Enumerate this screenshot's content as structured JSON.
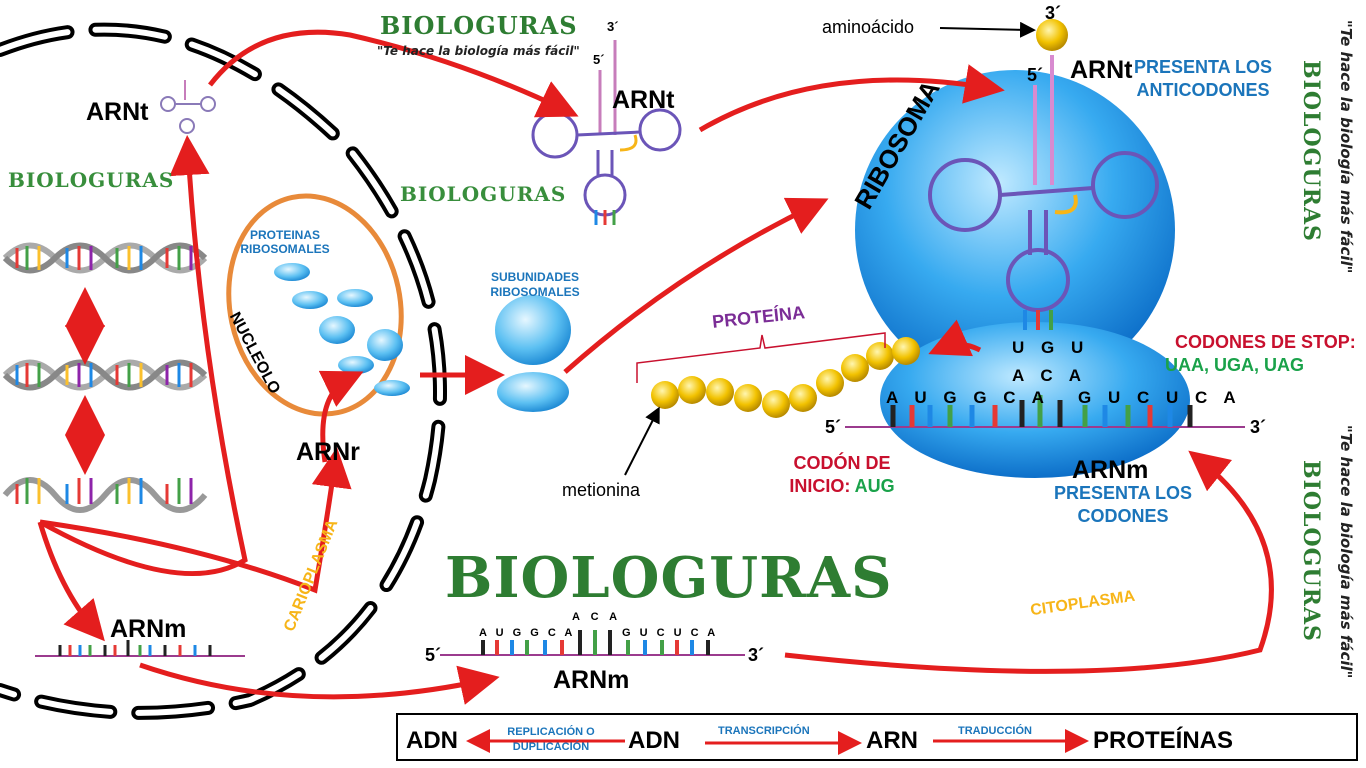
{
  "labels": {
    "arnt_left": "ARNt",
    "arnt_top": "ARNt",
    "arnt_ribosome": "ARNt",
    "arnr": "ARNr",
    "arnm_left": "ARNm",
    "arnm_center": "ARNm",
    "arnm_ribosome": "ARNm",
    "nucleolo": "NUCLEOLO",
    "proteinas_ribosomales": "PROTEINAS RIBOSOMALES",
    "subunidades_ribosomales": "SUBUNIDADES RIBOSOMALES",
    "ribosoma": "RIBOSOMA",
    "proteina": "PROTEÍNA",
    "metionina": "metionina",
    "aminoacido": "aminoácido",
    "presenta_anticodones": "PRESENTA LOS ANTICODONES",
    "presenta_codones": "PRESENTA LOS CODONES",
    "codon_inicio_prefix": "CODÓN DE INICIO:",
    "codon_inicio_value": "AUG",
    "codones_stop_title": "CODONES DE STOP:",
    "codones_stop_values": "UAA, UGA, UAG",
    "carioplasma": "CARIOPLASMA",
    "citoplasma": "CITOPLASMA"
  },
  "strand_labels": {
    "five_prime": "5´",
    "three_prime": "3´"
  },
  "codons": {
    "ribosome_left": "A U G G C A",
    "ribosome_right": "G U C U C A",
    "anticodon": "U G U",
    "trna_codon": "A C A",
    "center_left": "A U G  G C A",
    "center_right": "G U C  U C A",
    "center_top": "A C A"
  },
  "branding": {
    "logo_text": "BIOLOGURAS",
    "slogan": "\"Te hace la biología más fácil\""
  },
  "legend": {
    "adn_left": "ADN",
    "replicacion": "REPLICACIÓN O DUPLICACIÓN",
    "adn_mid": "ADN",
    "transcripcion": "TRANSCRIPCIÓN",
    "arn": "ARN",
    "traduccion": "TRADUCCIÓN",
    "proteinas": "PROTEÍNAS"
  },
  "colors": {
    "arrow": "#e41e1e",
    "label_blue": "#1b75bb",
    "label_red": "#c8102e",
    "label_green": "#1aa24a",
    "label_orange": "#f7b518",
    "label_purple": "#7b2d96",
    "nucleolus_outline": "#e88a3a",
    "ribosome": "#29a3e8",
    "amino_acid": "#f2c200"
  },
  "icons": [
    "nuclear-envelope-icon",
    "dna-helix-icon",
    "trna-icon",
    "mrna-strand-icon",
    "ribosome-icon",
    "amino-acid-chain-icon",
    "logo-icon"
  ]
}
